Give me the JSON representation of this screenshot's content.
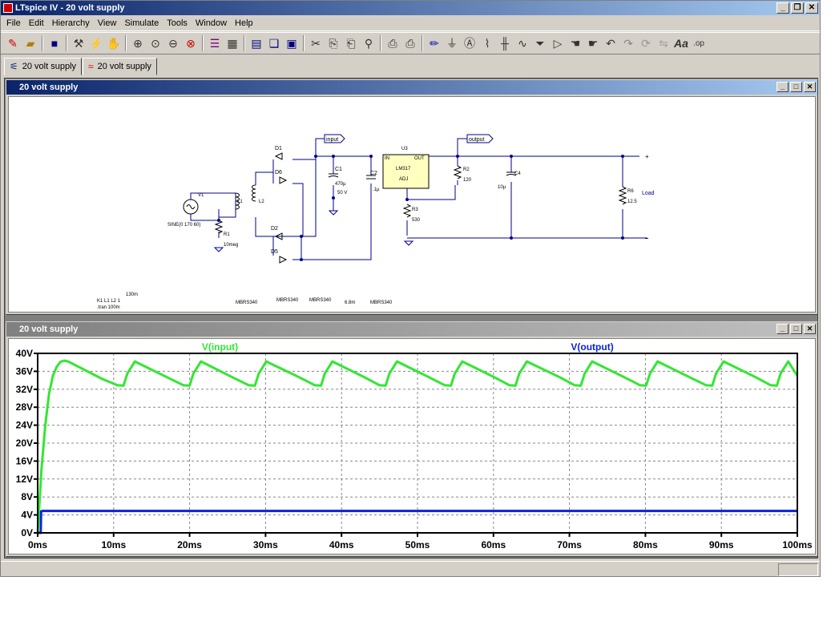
{
  "window": {
    "title": "LTspice IV - 20 volt supply"
  },
  "menu": [
    "File",
    "Edit",
    "Hierarchy",
    "View",
    "Simulate",
    "Tools",
    "Window",
    "Help"
  ],
  "tabs": [
    {
      "label": "20 volt supply"
    },
    {
      "label": "20 volt supply"
    }
  ],
  "schematic": {
    "title": "20 volt supply",
    "labels": {
      "input": "input",
      "output": "output",
      "d1": "D1",
      "d6": "D6",
      "d2": "D2",
      "d5": "D5",
      "c1": "C1",
      "c1v": "470µ",
      "c1r": "50 V",
      "c2": "C2",
      "c2v": ".1µ",
      "u3": "U3",
      "u3in": "IN",
      "u3out": "OUT",
      "u3name": "LM317",
      "u3adj": "ADJ",
      "r2": "R2",
      "r2v": "120",
      "r3": "R3",
      "r3v": "530",
      "c4": "C4",
      "c4v": "10µ",
      "r6": "R6",
      "r6v": "12.5",
      "load": "Load",
      "v1": "V1",
      "v1v": "SINE(0 170 60)",
      "l1": "L1",
      "l2": "L2",
      "r1": "R1",
      "r1v": "10meg",
      "plus": "+",
      "minus": "–"
    },
    "directives": {
      "k": "K1 L1 L2 1",
      "tran": ".tran 100m",
      "l130": "130m",
      "m1": "MBRS340",
      "m2": "MBRS340",
      "m3": "MBRS340",
      "l68": "6.8m",
      "m4": "MBRS340"
    }
  },
  "waveform": {
    "title": "20 volt supply"
  },
  "chart_data": {
    "type": "line",
    "title": "",
    "xlabel": "",
    "ylabel": "",
    "xlim": [
      0,
      100
    ],
    "ylim": [
      0,
      40
    ],
    "x_ticks": [
      "0ms",
      "10ms",
      "20ms",
      "30ms",
      "40ms",
      "50ms",
      "60ms",
      "70ms",
      "80ms",
      "90ms",
      "100ms"
    ],
    "y_ticks": [
      "0V",
      "4V",
      "8V",
      "12V",
      "16V",
      "20V",
      "24V",
      "28V",
      "32V",
      "36V",
      "40V"
    ],
    "grid": true,
    "series": [
      {
        "name": "V(input)",
        "color": "#33e633",
        "x": [
          0,
          0.5,
          1,
          1.5,
          2,
          2.5,
          3,
          3.5,
          4,
          8.5,
          10.5,
          11.3,
          11.8,
          12.8,
          17,
          19.2,
          20,
          20.5,
          21.5,
          25.6,
          27.8,
          28.6,
          29.1,
          30.1,
          34.4,
          36.5,
          37.3,
          37.8,
          38.8,
          43,
          45,
          45.8,
          46.3,
          47.3,
          51.5,
          53.6,
          54.4,
          54.9,
          55.9,
          60.1,
          62.1,
          62.9,
          63.4,
          64.4,
          68.7,
          70.7,
          71.5,
          72,
          73,
          77.2,
          79.3,
          80.1,
          80.6,
          81.6,
          85.8,
          88,
          88.8,
          89.3,
          90.3,
          94.5,
          96.5,
          97.3,
          97.8,
          98.8,
          100
        ],
        "y": [
          0,
          14,
          24,
          31,
          35,
          37,
          38.1,
          38.4,
          38.2,
          34.3,
          32.9,
          32.8,
          35.5,
          38.2,
          34.7,
          32.9,
          32.8,
          35.5,
          38.2,
          34.7,
          32.9,
          32.8,
          35.5,
          38.2,
          34.7,
          32.9,
          32.8,
          35.5,
          38.2,
          34.7,
          32.9,
          32.8,
          35.5,
          38.2,
          34.7,
          32.9,
          32.8,
          35.5,
          38.2,
          34.7,
          32.9,
          32.8,
          35.5,
          38.2,
          34.7,
          32.9,
          32.8,
          35.5,
          38.2,
          34.7,
          32.9,
          32.8,
          35.5,
          38.2,
          34.7,
          32.9,
          32.8,
          35.5,
          38.2,
          34.7,
          32.9,
          32.8,
          35.5,
          38.2,
          35
        ]
      },
      {
        "name": "V(output)",
        "color": "#0b24d9",
        "x": [
          0,
          0.4,
          0.45,
          0.7,
          100
        ],
        "y": [
          0,
          0,
          4.8,
          4.9,
          4.9
        ]
      }
    ]
  },
  "colors": {
    "wire": "#00008b",
    "titlebar": "#0a246a",
    "input": "#33e633",
    "output": "#0b24d9",
    "chip": "#ffffc0"
  },
  "icons": [
    "new-schematic-icon",
    "open-icon",
    "save-icon",
    "hammer-icon",
    "run-icon",
    "pan-hand-icon",
    "zoom-in-icon",
    "zoom-area-icon",
    "zoom-out-icon",
    "cancel-zoom-icon",
    "autorange-icon",
    "grid-icon",
    "tile-icon",
    "cascade-icon",
    "arrange-icon",
    "cut-icon",
    "copy-icon",
    "paste-icon",
    "find-icon",
    "print-setup-icon",
    "print-icon",
    "draw-wire-icon",
    "ground-icon",
    "label-net-icon",
    "resistor-icon",
    "capacitor-icon",
    "inductor-icon",
    "diode-icon",
    "component-icon",
    "move-icon",
    "drag-icon",
    "undo-icon",
    "redo-icon",
    "rotate-icon",
    "mirror-icon",
    "text-icon",
    "spice-directive-icon"
  ]
}
